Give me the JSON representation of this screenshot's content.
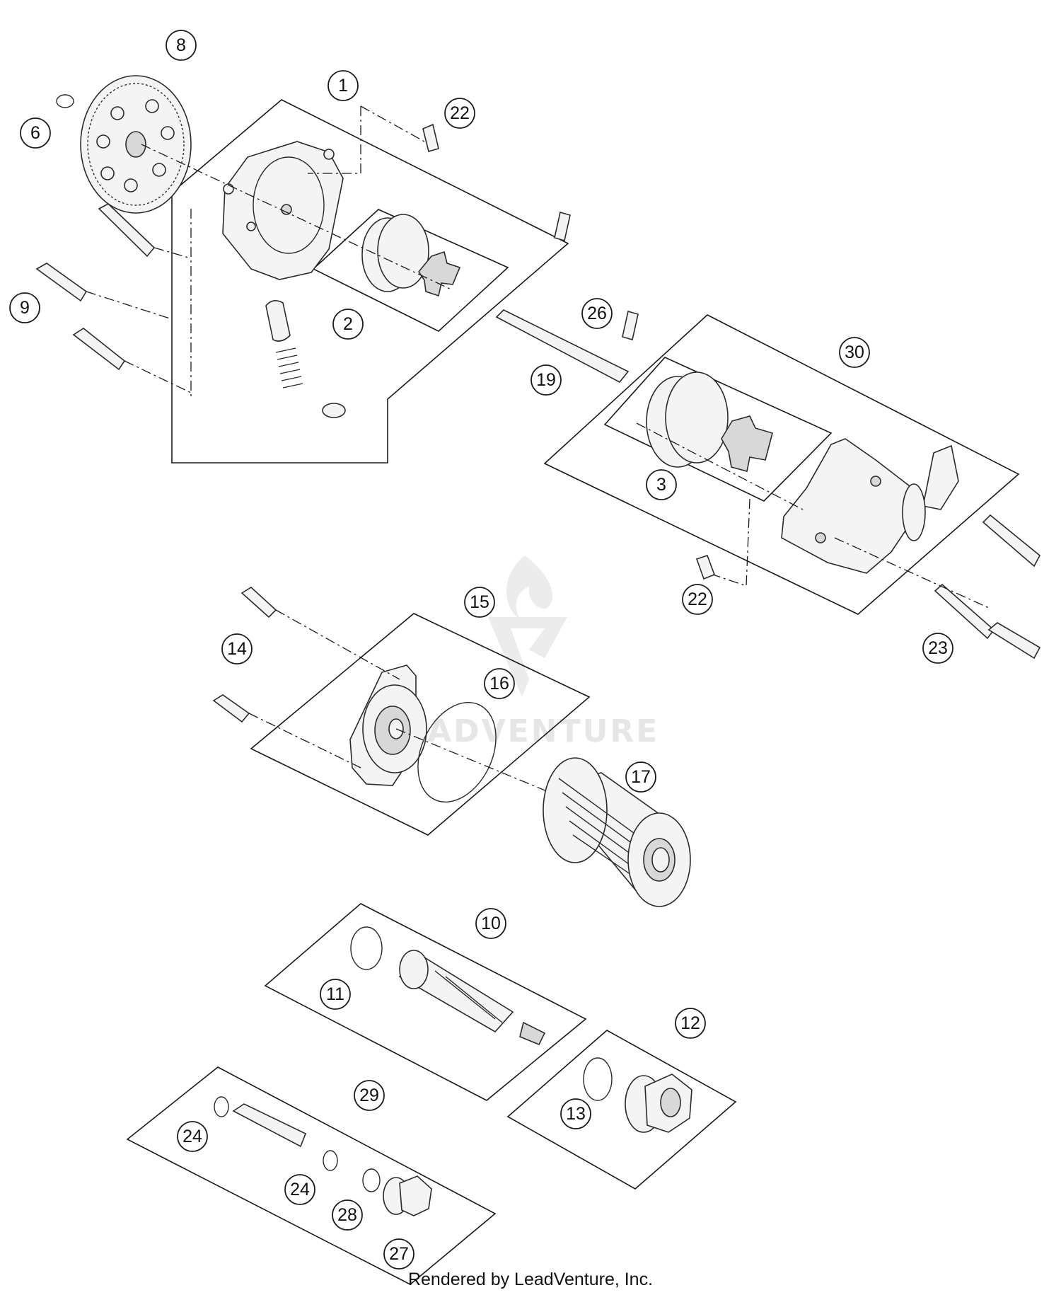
{
  "diagram": {
    "callouts": [
      {
        "id": "c1",
        "label": "1"
      },
      {
        "id": "c2",
        "label": "2"
      },
      {
        "id": "c3",
        "label": "3"
      },
      {
        "id": "c6",
        "label": "6"
      },
      {
        "id": "c8",
        "label": "8"
      },
      {
        "id": "c9",
        "label": "9"
      },
      {
        "id": "c10",
        "label": "10"
      },
      {
        "id": "c11",
        "label": "11"
      },
      {
        "id": "c12",
        "label": "12"
      },
      {
        "id": "c13",
        "label": "13"
      },
      {
        "id": "c14",
        "label": "14"
      },
      {
        "id": "c15",
        "label": "15"
      },
      {
        "id": "c16",
        "label": "16"
      },
      {
        "id": "c17",
        "label": "17"
      },
      {
        "id": "c19",
        "label": "19"
      },
      {
        "id": "c22a",
        "label": "22"
      },
      {
        "id": "c22b",
        "label": "22"
      },
      {
        "id": "c23",
        "label": "23"
      },
      {
        "id": "c24a",
        "label": "24"
      },
      {
        "id": "c24b",
        "label": "24"
      },
      {
        "id": "c26",
        "label": "26"
      },
      {
        "id": "c27",
        "label": "27"
      },
      {
        "id": "c28",
        "label": "28"
      },
      {
        "id": "c29",
        "label": "29"
      },
      {
        "id": "c30",
        "label": "30"
      }
    ],
    "watermark": {
      "text": "LEADVENTURE",
      "color": "#e6e6e6"
    },
    "credit": "Rendered by LeadVenture, Inc."
  }
}
